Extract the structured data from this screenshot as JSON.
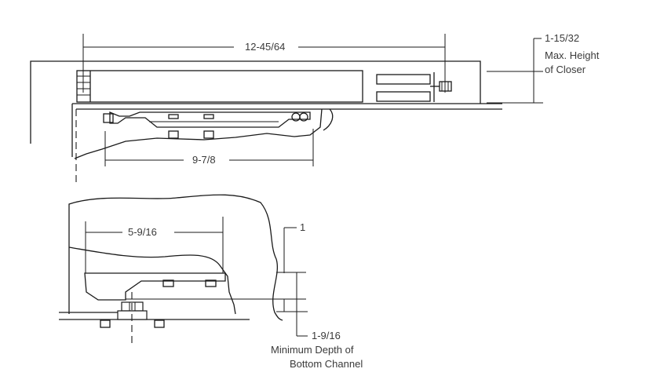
{
  "top_view": {
    "overall_length": "12-45/64",
    "max_height_value": "1-15/32",
    "max_height_caption_1": "Max. Height",
    "max_height_caption_2": "of Closer",
    "arm_length": "9-7/8"
  },
  "section_view": {
    "width": "5-9/16",
    "offset": "1",
    "min_depth_value": "1-9/16",
    "min_depth_caption_1": "Minimum Depth of",
    "min_depth_caption_2": "Bottom Channel"
  }
}
